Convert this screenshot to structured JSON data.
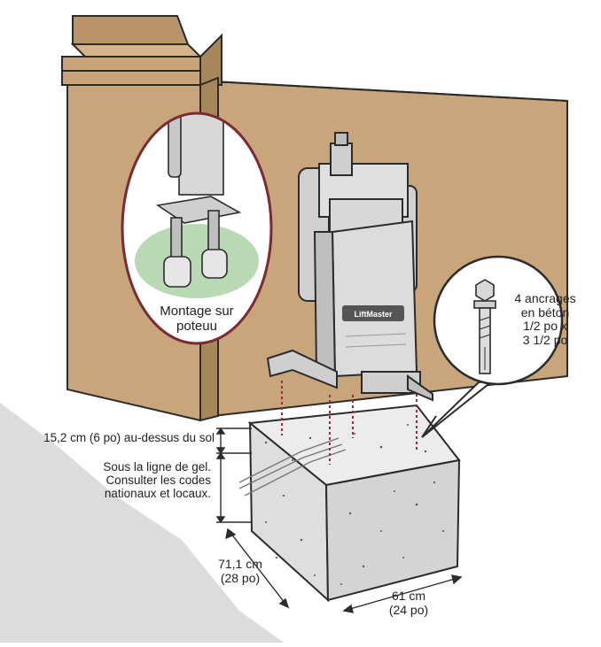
{
  "colors": {
    "wall": "#c8a57a",
    "wall_dark": "#a8865c",
    "outline": "#2b2b2b",
    "callout_ring": "#7a2a32",
    "concrete": "#e9e9e9",
    "concrete_side": "#d6d6d6",
    "leader": "#9b2d38",
    "shadow": "#dcdcdc",
    "ground_patch": "#b8d9b4"
  },
  "icons": {
    "operator": "gate-operator-icon",
    "anchor": "concrete-anchor-bolt-icon",
    "post_mount": "post-mount-icon"
  },
  "brand_label": "LiftMaster",
  "labels": {
    "post_mount": [
      "Montage sur",
      "poteuu"
    ],
    "anchors": [
      "4 ancrages",
      "en béton",
      "1/2 po x",
      "3 1/2 po"
    ],
    "height_above_ground": "15,2 cm (6 po) au-dessus du sol",
    "frost_line": [
      "Sous la ligne de gel.",
      "Consulter les codes",
      "nationaux et locaux."
    ],
    "depth": [
      "71,1 cm",
      "(28 po)"
    ],
    "width": [
      "61 cm",
      "(24 po)"
    ]
  }
}
